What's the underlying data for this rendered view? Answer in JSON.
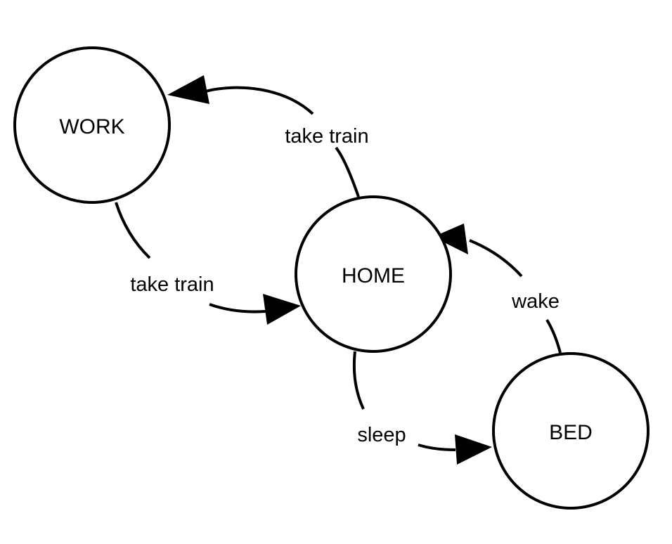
{
  "diagram": {
    "nodes": {
      "work": {
        "label": "WORK"
      },
      "home": {
        "label": "HOME"
      },
      "bed": {
        "label": "BED"
      }
    },
    "edges": {
      "home_to_work": {
        "from": "HOME",
        "to": "WORK",
        "label": "take train"
      },
      "work_to_home": {
        "from": "WORK",
        "to": "HOME",
        "label": "take train"
      },
      "bed_to_home": {
        "from": "BED",
        "to": "HOME",
        "label": "wake"
      },
      "home_to_bed": {
        "from": "HOME",
        "to": "BED",
        "label": "sleep"
      }
    }
  }
}
